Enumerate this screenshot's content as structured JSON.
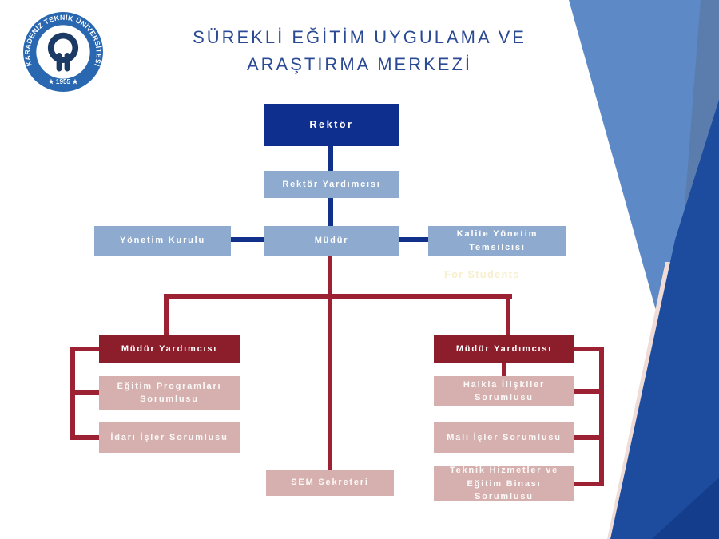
{
  "header": {
    "title": "SÜREKLİ EĞİTİM UYGULAMA VE ARAŞTIRMA MERKEZİ"
  },
  "logo": {
    "arc_text": "KARADENİZ TEKNİK ÜNİVERSİTESİ",
    "year_text": "★ 1955 ★"
  },
  "org_chart": {
    "nodes": {
      "rektor": {
        "label": "Rektör",
        "reports_to": null,
        "style": "blue-dark"
      },
      "rektor_yardimcisi": {
        "label": "Rektör Yardımcısı",
        "reports_to": "rektor",
        "style": "blue-light"
      },
      "yonetim_kurulu": {
        "label": "Yönetim Kurulu",
        "reports_to": "mudur",
        "style": "blue-light"
      },
      "mudur": {
        "label": "Müdür",
        "reports_to": "rektor_yardimcisi",
        "style": "blue-light"
      },
      "kalite": {
        "label": "Kalite Yönetim Temsilcisi",
        "reports_to": "mudur",
        "style": "blue-light"
      },
      "mudur_yrd_sol": {
        "label": "Müdür Yardımcısı",
        "reports_to": "mudur",
        "style": "red-dark"
      },
      "egitim_programlari": {
        "label": "Eğitim Programları Sorumlusu",
        "reports_to": "mudur_yrd_sol",
        "style": "pink"
      },
      "idari_isler": {
        "label": "İdari İşler Sorumlusu",
        "reports_to": "mudur_yrd_sol",
        "style": "pink"
      },
      "mudur_yrd_sag": {
        "label": "Müdür Yardımcısı",
        "reports_to": "mudur",
        "style": "red-dark"
      },
      "halkla_iliskiler": {
        "label": "Halkla İlişkiler Sorumlusu",
        "reports_to": "mudur_yrd_sag",
        "style": "pink"
      },
      "mali_isler": {
        "label": "Mali İşler Sorumlusu",
        "reports_to": "mudur_yrd_sag",
        "style": "pink"
      },
      "teknik_hizmetler": {
        "label": "Teknik Hizmetler ve Eğitim Binası Sorumlusu",
        "reports_to": "mudur_yrd_sag",
        "style": "pink"
      },
      "sem_sekreteri": {
        "label": "SEM Sekreteri",
        "reports_to": "mudur",
        "style": "pink"
      }
    }
  },
  "watermark": {
    "text": "For Students"
  },
  "colors": {
    "box_dark_blue": "#0E2F8D",
    "box_light_blue": "#8EAACE",
    "box_dark_red": "#8C1D2B",
    "box_pink": "#D5B0AE",
    "line_blue": "#10308A",
    "line_red": "#9C2132",
    "title_text": "#2B4A94",
    "logo_disc": "#2968B1",
    "logo_emblem": "#1C3A66",
    "wedge_light_blue": "#5D89C6",
    "wedge_muted_blue": "#5A7DAE",
    "wedge_royal_blue": "#1D4C9F",
    "wedge_beige": "#EFDCD7"
  }
}
